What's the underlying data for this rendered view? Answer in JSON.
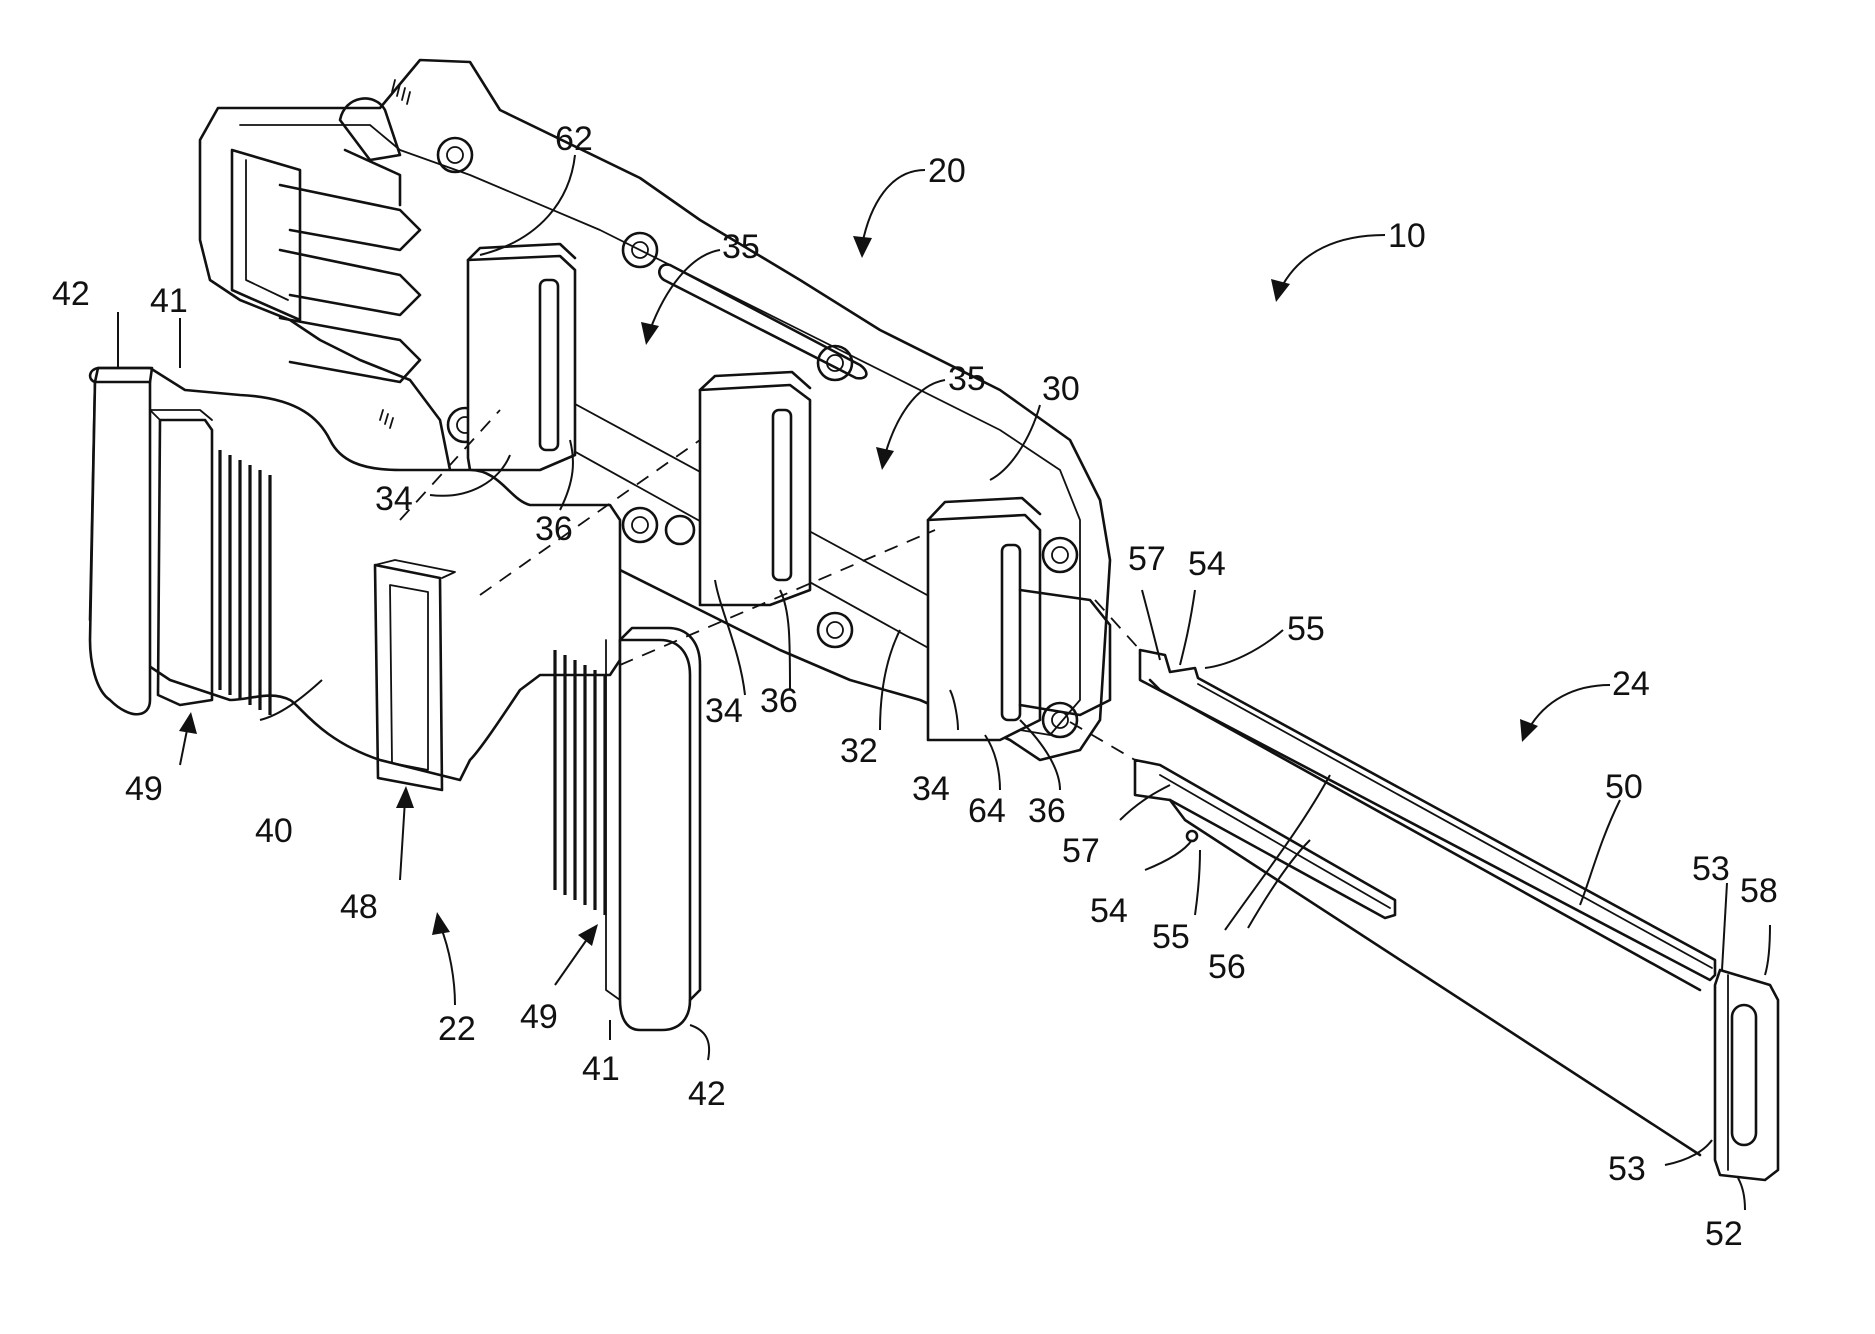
{
  "refs": {
    "r10": "10",
    "r20": "20",
    "r22": "22",
    "r24": "24",
    "r30": "30",
    "r32": "32",
    "r34a": "34",
    "r34b": "34",
    "r34c": "34",
    "r35a": "35",
    "r35b": "35",
    "r36a": "36",
    "r36b": "36",
    "r36c": "36",
    "r40": "40",
    "r41a": "41",
    "r41b": "41",
    "r42a": "42",
    "r42b": "42",
    "r48": "48",
    "r49a": "49",
    "r49b": "49",
    "r50": "50",
    "r52": "52",
    "r53a": "53",
    "r53b": "53",
    "r54a": "54",
    "r54b": "54",
    "r55a": "55",
    "r55b": "55",
    "r56": "56",
    "r57a": "57",
    "r57b": "57",
    "r58": "58",
    "r62": "62",
    "r64": "64"
  }
}
